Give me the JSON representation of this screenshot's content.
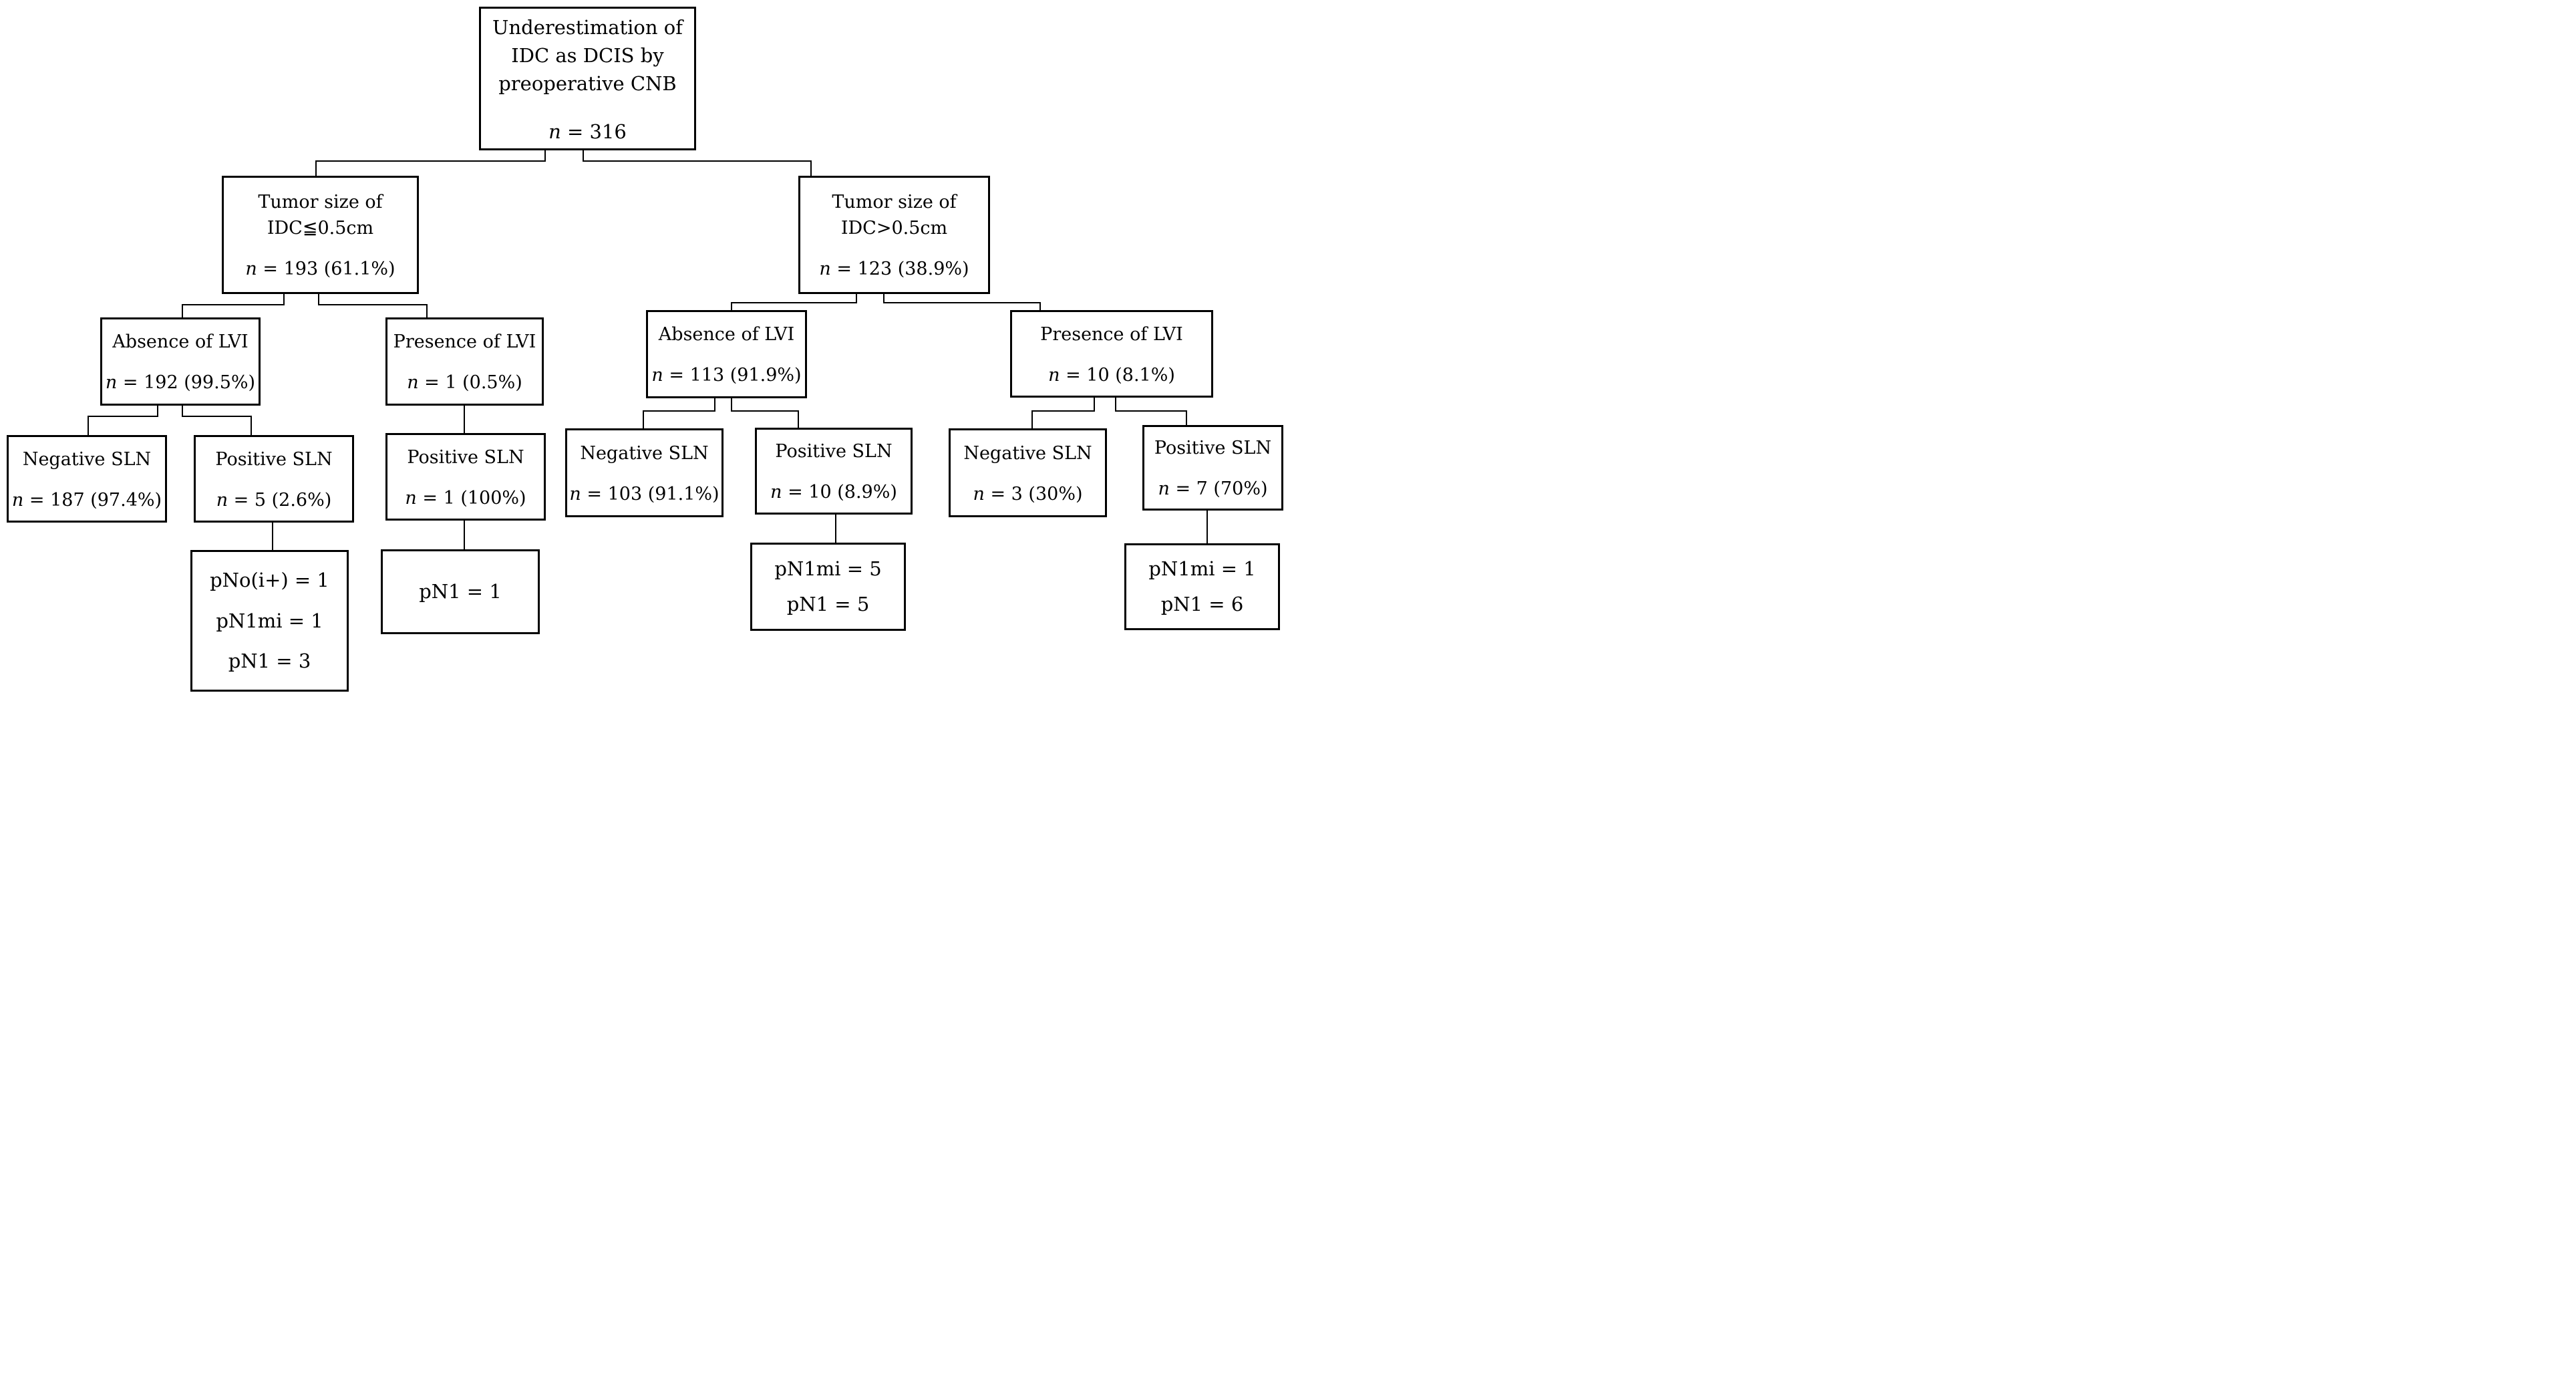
{
  "figure": {
    "background_color": "#ffffff",
    "line_color": "#000000",
    "type": "patient-flow-diagram"
  },
  "nodes": {
    "root": {
      "label_lines": [
        "Underestimation of",
        "IDC as DCIS by",
        "preoperative CNB"
      ],
      "stat": "n = 316"
    },
    "tumor_small": {
      "label_lines": [
        "Tumor size of",
        "IDC≦0.5cm"
      ],
      "stat": "n = 193 (61.1%)"
    },
    "tumor_large": {
      "label_lines": [
        "Tumor size of",
        "IDC>0.5cm"
      ],
      "stat": "n = 123 (38.9%)"
    },
    "absence_lvi_small": {
      "label_lines": [
        "Absence of LVI"
      ],
      "stat": "n = 192 (99.5%)"
    },
    "presence_lvi_small": {
      "label_lines": [
        "Presence of LVI"
      ],
      "stat": "n = 1 (0.5%)"
    },
    "absence_lvi_large": {
      "label_lines": [
        "Absence of LVI"
      ],
      "stat": "n = 113 (91.9%)"
    },
    "presence_lvi_large": {
      "label_lines": [
        "Presence of LVI"
      ],
      "stat": "n = 10 (8.1%)"
    },
    "negative_sln_small": {
      "label_lines": [
        "Negative SLN"
      ],
      "stat": "n = 187 (97.4%)"
    },
    "positive_sln_small": {
      "label_lines": [
        "Positive SLN"
      ],
      "stat": "n = 5 (2.6%)"
    },
    "positive_sln_presence_small": {
      "label_lines": [
        "Positive SLN"
      ],
      "stat": "n = 1 (100%)"
    },
    "negative_sln_large": {
      "label_lines": [
        "Negative SLN"
      ],
      "stat": "n = 103 (91.1%)"
    },
    "positive_sln_large": {
      "label_lines": [
        "Positive SLN"
      ],
      "stat": "n = 10 (8.9%)"
    },
    "negative_sln_presence_large": {
      "label_lines": [
        "Negative SLN"
      ],
      "stat": "n = 3 (30%)"
    },
    "positive_sln_presence_large": {
      "label_lines": [
        "Positive SLN"
      ],
      "stat": "n = 7 (70%)"
    },
    "outcome_positive_small": {
      "lines": [
        "pNo(i+) = 1",
        "pN1mi = 1",
        "pN1 = 3"
      ]
    },
    "outcome_positive_presence_small": {
      "lines": [
        "pN1 = 1"
      ]
    },
    "outcome_positive_large": {
      "lines": [
        "pN1mi = 5",
        "pN1 = 5"
      ]
    },
    "outcome_positive_presence_large": {
      "lines": [
        "pN1mi = 1",
        "pN1 = 6"
      ]
    }
  }
}
